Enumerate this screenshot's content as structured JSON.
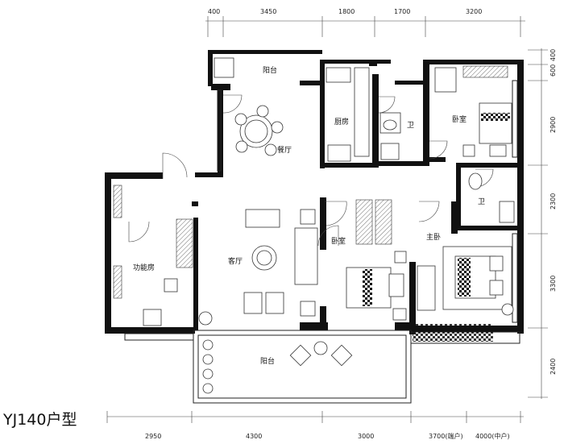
{
  "plan_title": "YJ140户型",
  "dimensions": {
    "top": [
      "400",
      "3450",
      "1800",
      "1700",
      "3200"
    ],
    "bottom": [
      "2950",
      "4300",
      "3000",
      "3700(端户)",
      "4000(中户)"
    ],
    "right": [
      "400",
      "600",
      "2900",
      "2300",
      "3300",
      "2400"
    ]
  },
  "rooms": {
    "balcony_top": "阳台",
    "kitchen": "厨房",
    "bath_1": "卫",
    "bedroom_ne": "卧室",
    "dining": "餐厅",
    "bath_2": "卫",
    "function_room": "功能房",
    "living": "客厅",
    "bedroom_mid": "卧室",
    "master_bedroom": "主卧",
    "balcony_bottom": "阳台"
  }
}
